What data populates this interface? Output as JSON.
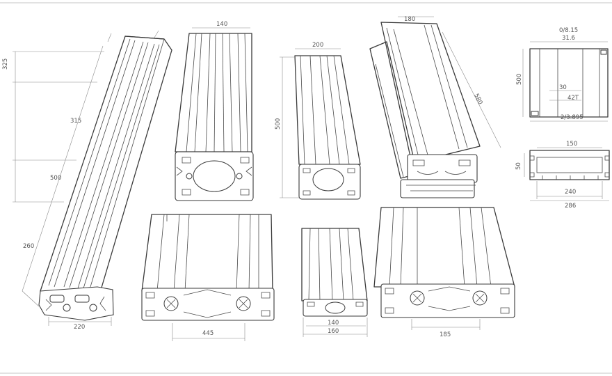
{
  "drawing": {
    "profile_a": {
      "dims": [
        "325",
        "315",
        "500",
        "260",
        "220"
      ]
    },
    "profile_b": {
      "dims": [
        "140"
      ]
    },
    "profile_c": {
      "dims": [
        "200",
        "500"
      ]
    },
    "profile_d": {
      "dims": [
        "180",
        "580"
      ]
    },
    "profile_e": {
      "dims": [
        "445"
      ]
    },
    "profile_f": {
      "dims": [
        "140",
        "160"
      ]
    },
    "profile_g": {
      "dims": [
        "185"
      ]
    },
    "detail_top": {
      "dims": [
        "0/8.15",
        "31.6",
        "500",
        "30",
        "42T",
        "2/3.895"
      ]
    },
    "detail_section": {
      "dims": [
        "150",
        "50",
        "240",
        "286"
      ]
    }
  }
}
